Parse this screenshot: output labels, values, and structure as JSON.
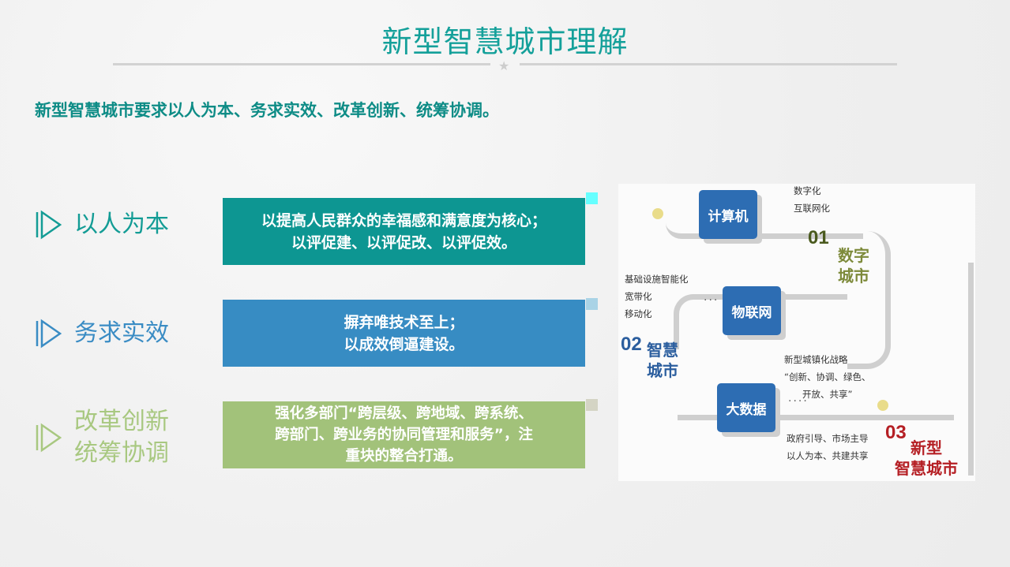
{
  "header": {
    "title": "新型智慧城市理解",
    "star_icon": "★"
  },
  "subtitle": "新型智慧城市要求以人为本、务求实效、改革创新、统筹协调。",
  "rows": [
    {
      "label": "以人为本",
      "label_color": "#139c95",
      "box_lines": [
        "以提高人民群众的幸福感和满意度为核心；",
        "以评促建、以评促改、以评促效。"
      ],
      "box_color": "#0d9692",
      "corner_color": "#66ffff"
    },
    {
      "label": "务求实效",
      "label_color": "#3a8cc4",
      "box_lines": [
        "摒弃唯技术至上；",
        "以成效倒逼建设。"
      ],
      "box_color": "#378cc3",
      "corner_color": "#a9d3e6"
    },
    {
      "label_lines": [
        "改革创新",
        "统筹协调"
      ],
      "label_color": "#a8c880",
      "box_lines": [
        "强化多部门“跨层级、跨地域、跨系统、",
        "跨部门、跨业务的协同管理和服务”，注",
        "重块的整合打通。"
      ],
      "box_color": "#a2c27a",
      "corner_color": "#d4d4c4"
    }
  ],
  "diagram": {
    "nodes": [
      "计算机",
      "物联网",
      "大数据"
    ],
    "node_color": "#2d6db3",
    "stage1": {
      "num": "01",
      "label_lines": [
        "数字",
        "城市"
      ],
      "color": "#4a5a1e",
      "label_color": "#7d8a3a"
    },
    "stage2": {
      "num": "02",
      "label_lines": [
        "智慧",
        "城市"
      ],
      "color": "#2b5e9e"
    },
    "stage3": {
      "num": "03",
      "label_lines": [
        "新型",
        "智慧城市"
      ],
      "color": "#b51f24"
    },
    "notes1": [
      "数字化",
      "互联网化"
    ],
    "notes2": [
      "基础设施智能化",
      "宽带化",
      "移动化"
    ],
    "notes3": [
      "新型城镇化战略",
      "“创新、协调、绿色、",
      "开放、共享”"
    ],
    "notes4": [
      "政府引导、市场主导",
      "以人为本、共建共享"
    ]
  }
}
